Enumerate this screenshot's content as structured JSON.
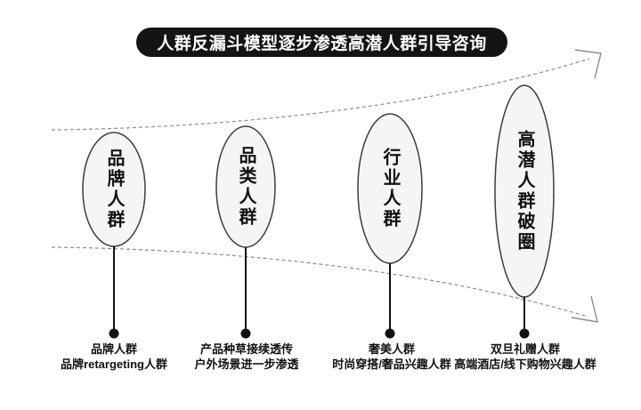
{
  "colors": {
    "background": "#ffffff",
    "banner_bg": "#141414",
    "banner_text": "#ffffff",
    "ellipse_fill": "#f5f5f5",
    "ellipse_stroke": "#3d3d3d",
    "dashed_line": "#8c8c8c",
    "text": "#111111"
  },
  "banner": {
    "title": "人群反漏斗模型逐步渗透高潜人群引导咨询"
  },
  "stages": [
    {
      "bubble_label": "品牌人群",
      "caption_line1": "品牌人群",
      "caption_line2": "品牌retargeting人群"
    },
    {
      "bubble_label": "品类人群",
      "caption_line1": "产品种草接续透传",
      "caption_line2": "户外场景进一步渗透"
    },
    {
      "bubble_label": "行业人群",
      "caption_line1": "奢美人群",
      "caption_line2": "时尚穿搭/奢品兴趣人群"
    },
    {
      "bubble_label": "高潜人群破圈",
      "caption_line1": "双旦礼赠人群",
      "caption_line2": "高端酒店/线下购物兴趣人群"
    }
  ]
}
